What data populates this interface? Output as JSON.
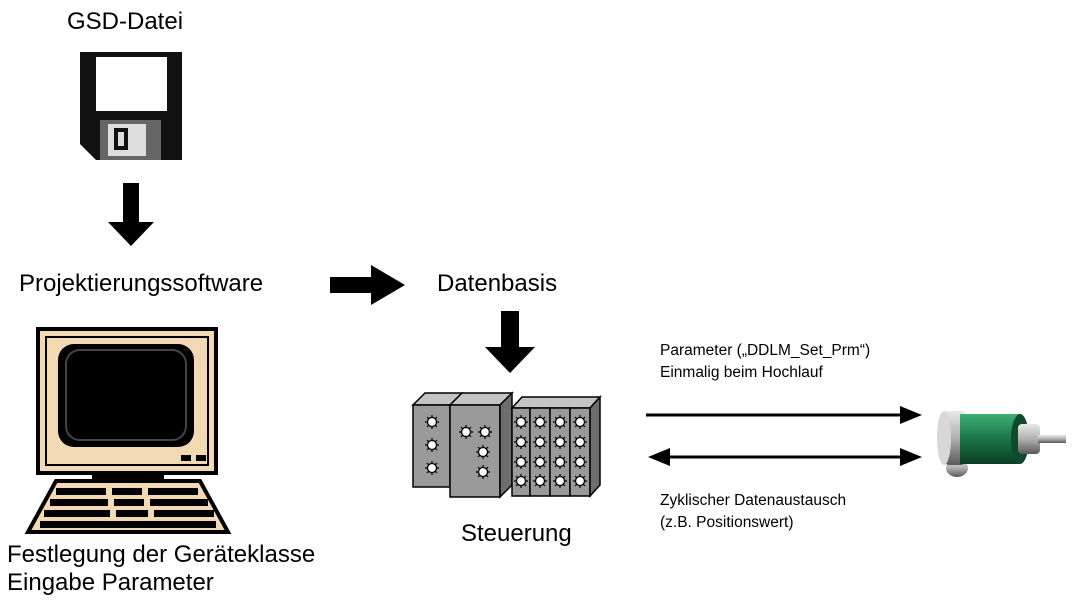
{
  "labels": {
    "gsd_file": "GSD-Datei",
    "config_software": "Projektierungssoftware",
    "database": "Datenbasis",
    "controller": "Steuerung",
    "device_class_line1": "Festlegung der Geräteklasse",
    "device_class_line2": "Eingabe Parameter",
    "parameter_line1": "Parameter („DDLM_Set_Prm“)",
    "parameter_line2": "Einmalig beim Hochlauf",
    "cyclic_line1": "Zyklischer Datenaustausch",
    "cyclic_line2": "(z.B. Positionswert)"
  },
  "colors": {
    "floppy": "#111111",
    "monitor_case": "#f2d9b3",
    "plc_gray": "#9a9a9a",
    "encoder_green": "#1d7a4a"
  }
}
